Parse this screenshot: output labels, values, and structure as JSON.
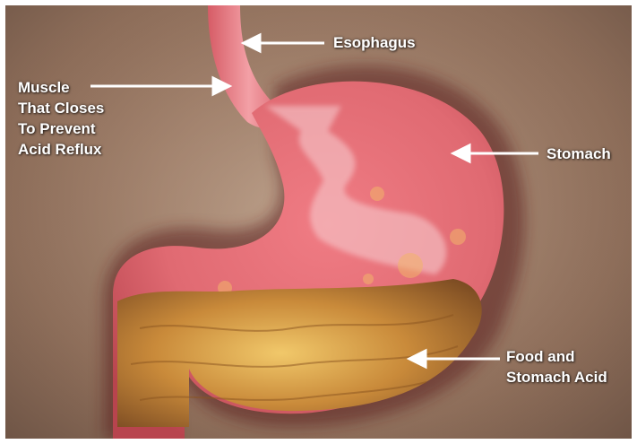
{
  "labels": {
    "esophagus": "Esophagus",
    "muscle": [
      "Muscle",
      "That Closes",
      "To Prevent",
      "Acid Reflux"
    ],
    "stomach": "Stomach",
    "food_acid": [
      "Food and",
      "Stomach Acid"
    ]
  },
  "colors": {
    "stomach": "#e06a72",
    "stomach_dark": "#b8444e",
    "food": "#c98a3a",
    "acid_flow": "#f6c9cc",
    "label_text": "#ffffff",
    "background": "#a88670"
  }
}
